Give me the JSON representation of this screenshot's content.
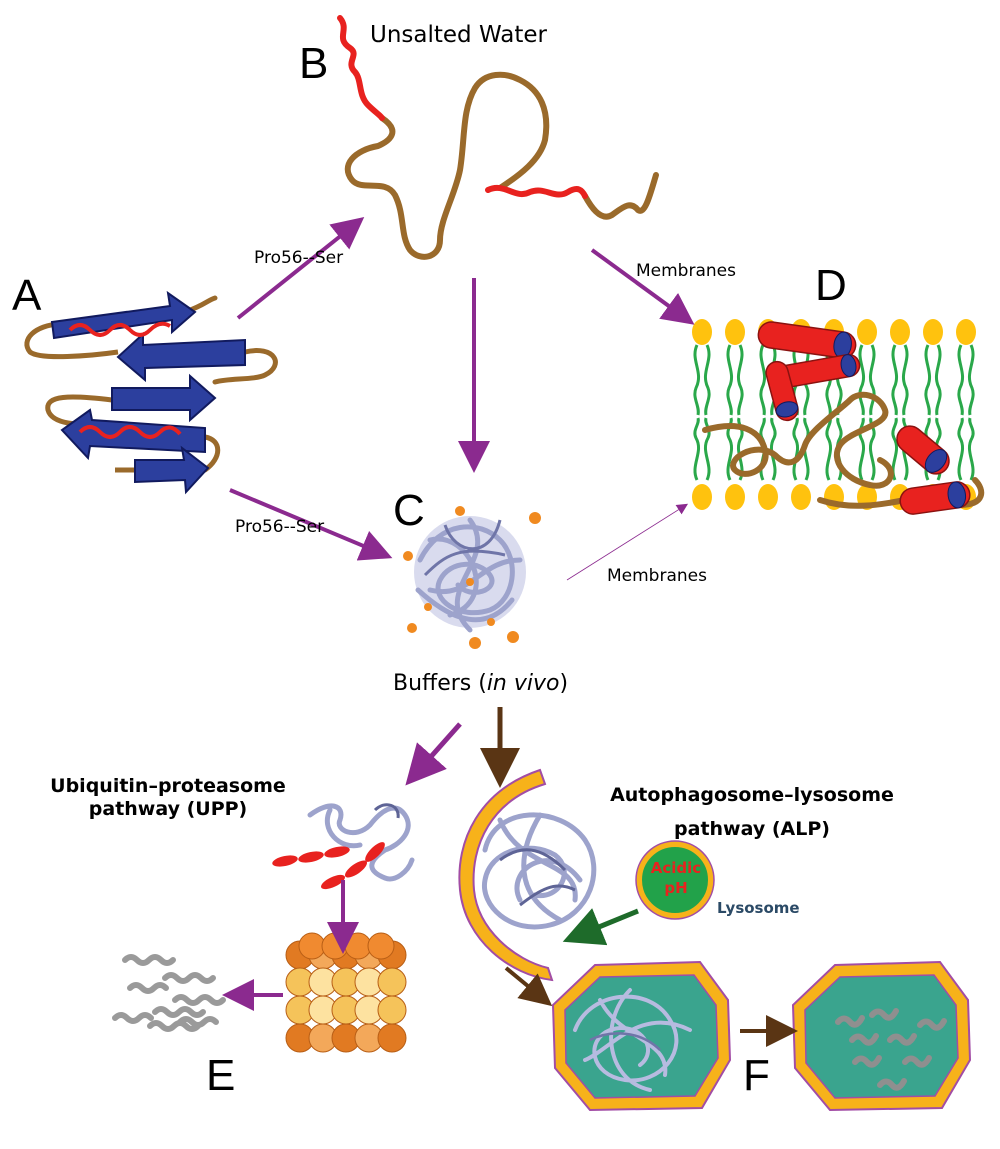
{
  "panels": {
    "a": "A",
    "b": "B",
    "c": "C",
    "d": "D",
    "e": "E",
    "f": "F"
  },
  "labels": {
    "unsalted_water": "Unsalted Water",
    "mutation_top": "Pro56--Ser",
    "mutation_bottom": "Pro56--Ser",
    "membranes_top": "Membranes",
    "membranes_bottom": "Membranes",
    "buffers_prefix": "Buffers (",
    "buffers_italic": "in vivo",
    "buffers_suffix": ")",
    "upp_line1": "Ubiquitin–proteasome",
    "upp_line2": "pathway (UPP)",
    "alp_line1": "Autophagosome–lysosome",
    "alp_line2": "pathway (ALP)",
    "acidic": "Acidic",
    "ph": "pH",
    "lysosome": "Lysosome"
  },
  "colors": {
    "arrow_purple": "#8b2a8f",
    "arrow_brown": "#5a3514",
    "arrow_green": "#1e6b2a",
    "chain_brown": "#9a6a2b",
    "helix_red": "#e8221f",
    "strand_blue": "#2c3f9e",
    "lipid_green": "#2aa84a",
    "lipid_head": "#ffc20e",
    "protein_lavender": "#9da3cc",
    "ion_orange": "#f08a20",
    "vesicle_teal": "#3aa48e",
    "membrane_orange": "#f7b21a",
    "lysosome_green": "#22a24a"
  }
}
